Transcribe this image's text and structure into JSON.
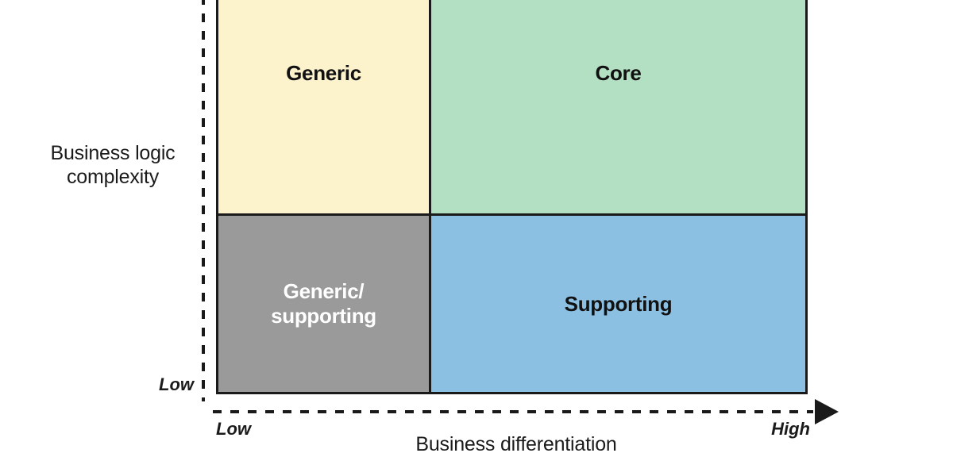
{
  "figure": {
    "type": "quadrant-diagram",
    "title": "",
    "background_color": "#ffffff"
  },
  "axes": {
    "y": {
      "title": "Business logic\ncomplexity",
      "low_label": "Low",
      "style": "dashed"
    },
    "x": {
      "title": "Business differentiation",
      "low_label": "Low",
      "high_label": "High",
      "style": "dashed",
      "arrowhead": true
    }
  },
  "quadrants": [
    {
      "id": "generic",
      "label": "Generic",
      "fill": "#fcf3cd",
      "text_color": "#111111",
      "x_position": "low",
      "y_position": "high"
    },
    {
      "id": "core",
      "label": "Core",
      "fill": "#b3dfc3",
      "text_color": "#111111",
      "x_position": "high",
      "y_position": "high"
    },
    {
      "id": "generic-supporting",
      "label": "Generic/\nsupporting",
      "fill": "#9a9a9a",
      "text_color": "#ffffff",
      "x_position": "low",
      "y_position": "low"
    },
    {
      "id": "supporting",
      "label": "Supporting",
      "fill": "#8cc0e3",
      "text_color": "#111111",
      "x_position": "high",
      "y_position": "low"
    }
  ],
  "chart_data": {
    "type": "quadrant",
    "title": "",
    "xlabel": "Business differentiation",
    "ylabel": "Business logic complexity",
    "xticklabels": [
      "Low",
      "High"
    ],
    "yticklabels": [
      "Low"
    ],
    "grid": false,
    "legend": "none",
    "cells": [
      {
        "x": "Low",
        "y": "High",
        "label": "Generic",
        "color": "#fcf3cd"
      },
      {
        "x": "High",
        "y": "High",
        "label": "Core",
        "color": "#b3dfc3"
      },
      {
        "x": "Low",
        "y": "Low",
        "label": "Generic/supporting",
        "color": "#9a9a9a"
      },
      {
        "x": "High",
        "y": "Low",
        "label": "Supporting",
        "color": "#8cc0e3"
      }
    ]
  },
  "colors": {
    "generic": "#fcf3cd",
    "core": "#b3dfc3",
    "generic_supporting": "#9a9a9a",
    "supporting": "#8cc0e3",
    "outline": "#1a1a1a",
    "text": "#1b1b1b"
  }
}
